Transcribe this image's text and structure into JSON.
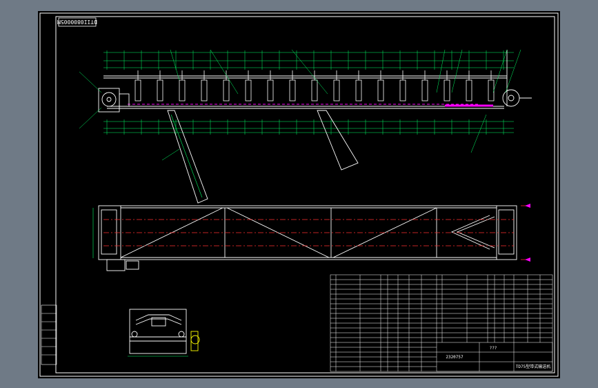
{
  "drawing": {
    "drawing_number_rotated": "DTII0800005M",
    "title_block": {
      "drawing_title": "TD75型带式输送机",
      "project_code": "2320757",
      "marks": [
        "???"
      ]
    },
    "colors": {
      "background": "#000000",
      "frame": "#00ffff",
      "geometry": "#ffffff",
      "dimension": "#00ff66",
      "centerline": "#ff3030",
      "highlight": "#ff00ff",
      "leader": "#ffff00",
      "window": "#6f7a86"
    }
  }
}
